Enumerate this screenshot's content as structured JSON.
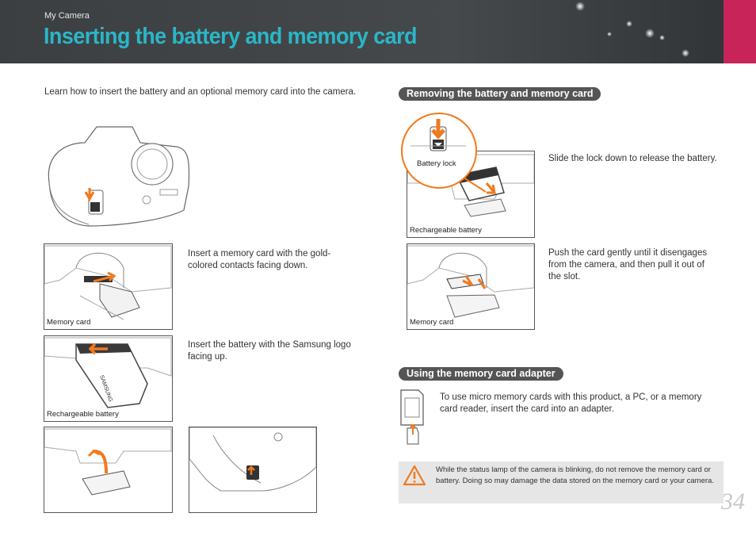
{
  "header": {
    "breadcrumb": "My Camera",
    "title": "Inserting the battery and memory card"
  },
  "intro": "Learn how to insert the battery and an optional memory card into the camera.",
  "left_steps": [
    {
      "caption": "Memory card",
      "text": "Insert a memory card with the gold-colored contacts facing down."
    },
    {
      "caption": "Rechargeable battery",
      "text": "Insert the battery with the Samsung logo facing up."
    }
  ],
  "battery_brand": "SAMSUNG",
  "removing": {
    "heading": "Removing the battery and memory card",
    "lock_label": "Battery lock",
    "battery_caption": "Rechargeable battery",
    "battery_text": "Slide the lock down to release the battery.",
    "card_caption": "Memory card",
    "card_text": "Push the card gently until it disengages from the camera, and then pull it out of the slot."
  },
  "adapter": {
    "heading": "Using the memory card adapter",
    "text": "To use micro memory cards with this product, a PC, or a memory card reader, insert the card into an adapter."
  },
  "warning": {
    "icon": "warning-triangle-icon",
    "text": "While the status lamp of the camera is blinking, do not remove the memory card or battery. Doing so may damage the data stored on the memory card or your camera."
  },
  "page_number": "34",
  "colors": {
    "title": "#2ab6c8",
    "accent_tab": "#c8245a",
    "arrow": "#f07a1e",
    "section_bg": "#555555"
  }
}
